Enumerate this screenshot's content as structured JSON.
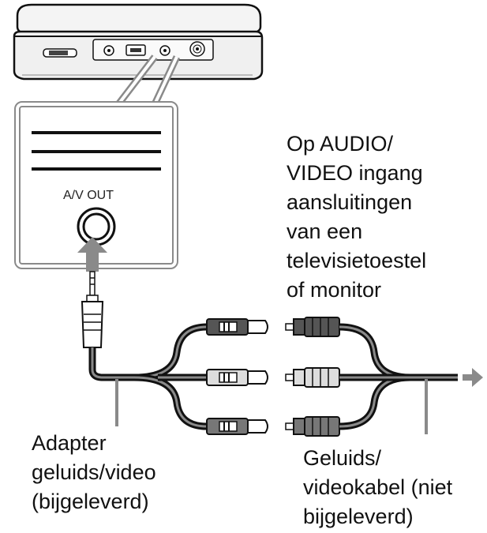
{
  "device": {
    "panel_label": "A/V OUT"
  },
  "annotations": {
    "destination": {
      "lines": [
        "Op AUDIO/",
        "VIDEO ingang",
        "aansluitingen",
        "van een",
        "televisietoestel",
        "of monitor"
      ]
    },
    "adapter": {
      "lines": [
        "Adapter",
        "geluids/video",
        "(bijgeleverd)"
      ]
    },
    "cable": {
      "lines": [
        "Geluids/",
        "videokabel (niet",
        "bijgeleverd)"
      ]
    }
  },
  "connectors": {
    "plug_colors": [
      "#555555",
      "#dddddd",
      "#777777"
    ]
  }
}
